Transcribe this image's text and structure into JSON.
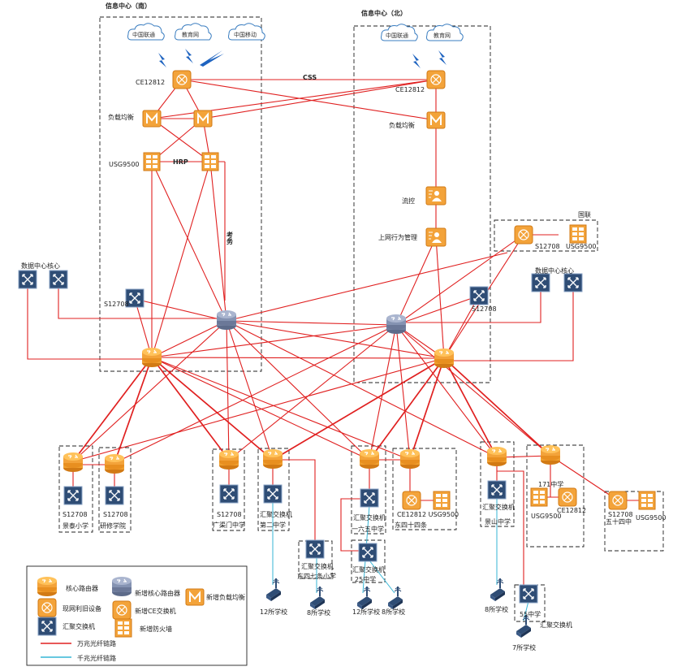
{
  "zones": {
    "south_title": "信息中心（南）",
    "north_title": "信息中心（北）",
    "lianlian_title": "国联",
    "dc_core_left": "数据中心核心",
    "dc_core_right": "数据中心核心"
  },
  "isps": {
    "south": [
      "中国联通",
      "教育网",
      "中国移动"
    ],
    "north": [
      "中国联通",
      "教育网"
    ]
  },
  "labels": {
    "ce12812_south": "CE12812",
    "ce12812_north": "CE12812",
    "css": "CSS",
    "lb_south": "负载均衡",
    "lb_north": "负载均衡",
    "usg_south": "USG9500",
    "hrp": "HRP",
    "exam": "考务",
    "flow_ctrl": "流控",
    "behavior_mgmt": "上网行为管理",
    "s12708_left": "S12708",
    "s12708_right": "S12708",
    "lianlian_s": "S12708",
    "lianlian_usg": "USG9500"
  },
  "sites": [
    {
      "line1": "S12708",
      "line2": "景泰小学"
    },
    {
      "line1": "S12708",
      "line2": "研修学院"
    },
    {
      "line1": "S12708",
      "line2": "广渠门中学"
    },
    {
      "line1": "汇聚交换机",
      "line2": "第二中学"
    },
    {
      "line1": "汇聚交换机",
      "line2": "一六五中学"
    },
    {
      "line1": "CE12812  USG9500",
      "line2": "东四十四条"
    },
    {
      "line1": "汇聚交换机",
      "line2": "景山中学"
    },
    {
      "line1": "171中学",
      "line2": ""
    },
    {
      "line1": "S12708",
      "line2": "五十四中"
    }
  ],
  "site_extra": {
    "s171_usg": "USG9500",
    "s171_ce": "CE12812",
    "s54_usg": "USG9500"
  },
  "sub_sites": {
    "dongsi7": {
      "line1": "汇聚交换机",
      "line2": "东四七条小学"
    },
    "s25": {
      "line1": "汇聚交换机",
      "line2": "25中学"
    },
    "s55": {
      "line1": "55中学",
      "line2": "汇聚交换机"
    }
  },
  "schools": [
    "12所学校",
    "8所学校",
    "12所学校",
    "8所学校",
    "8所学校",
    "7所学校"
  ],
  "legend": {
    "core_router": "核心路由器",
    "new_core_router": "新增核心路由器",
    "new_lb": "新增负载均衡",
    "existing": "现网利旧设备",
    "new_ce": "新增CE交换机",
    "aggregation": "汇聚交换机",
    "new_fw": "新增防火墙",
    "line_10g": "万兆光纤链路",
    "line_1g": "千兆光纤链路"
  },
  "colors": {
    "orange": "#f3a33a",
    "orange_dark": "#d27a14",
    "navy": "#2f4d75",
    "gray_router": "#8593b2",
    "red_link": "#e02020",
    "cyan_link": "#35b6d6"
  }
}
